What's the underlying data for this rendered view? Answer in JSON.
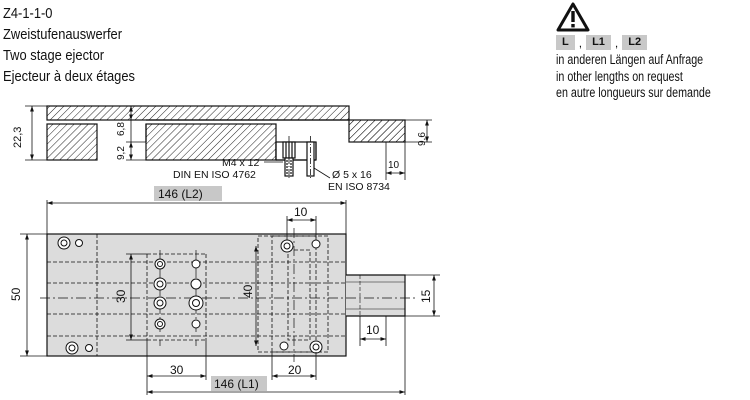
{
  "header": {
    "code": "Z4-1-1-0",
    "title_de": "Zweistufenauswerfer",
    "title_en": "Two stage ejector",
    "title_fr": "Ejecteur à deux étages"
  },
  "note": {
    "badges": [
      "L",
      "L1",
      "L2"
    ],
    "separator": ",",
    "line_de": "in anderen Längen auf Anfrage",
    "line_en": "in other lengths on request",
    "line_fr": "en autre longueurs sur demande"
  },
  "side_view": {
    "dim_height": "22,3",
    "dim_upper": "6,8",
    "dim_lower": "9,2",
    "dim_tip_height": "9,6",
    "dim_tip_length": "10",
    "screw_label_1": "M4 x 12",
    "screw_label_2": "DIN EN ISO 4762",
    "pin_label_1": "Ø 5 x 16",
    "pin_label_2": "EN ISO 8734"
  },
  "top_view": {
    "dim_l2": "146 (L2)",
    "dim_10_top": "10",
    "dim_width": "50",
    "dim_30_vertical": "30",
    "dim_40_vertical": "40",
    "dim_15": "15",
    "dim_10_tip": "10",
    "dim_30_bottom": "30",
    "dim_l1": "146 (L1)",
    "dim_20_bottom": "20"
  }
}
